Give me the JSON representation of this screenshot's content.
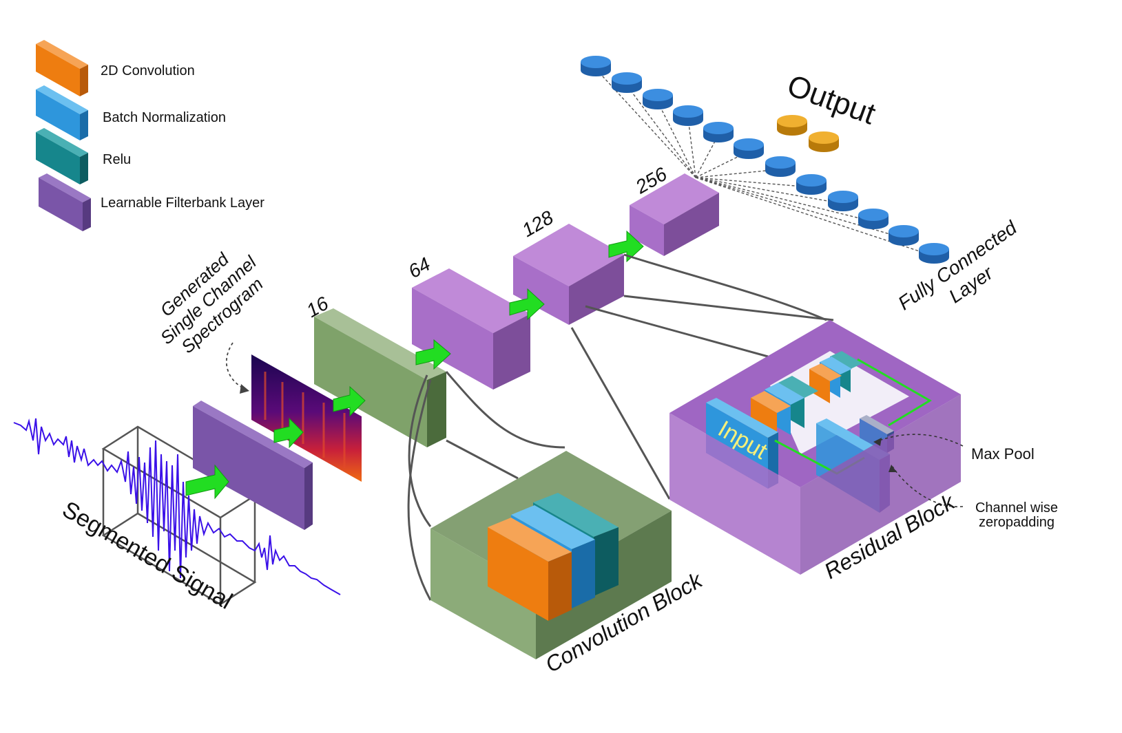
{
  "legend": {
    "items": [
      {
        "label": "2D Convolution",
        "color": "#ee7d10"
      },
      {
        "label": "Batch Normalization",
        "color": "#2e96dc"
      },
      {
        "label": "Relu",
        "color": "#16868c"
      },
      {
        "label": "Learnable Filterbank Layer",
        "color": "#7a55a8"
      }
    ]
  },
  "labels": {
    "segmented_signal": "Segmented Signal",
    "spectrogram_line1": "Generated",
    "spectrogram_line2": "Single Channel",
    "spectrogram_line3": "Spectrogram",
    "n16": "16",
    "n64": "64",
    "n128": "128",
    "n256": "256",
    "output": "Output",
    "fc_line1": "Fully Connected",
    "fc_line2": "Layer",
    "convolution_block": "Convolution Block",
    "residual_block": "Residual Block",
    "input": "Input",
    "max_pool": "Max Pool",
    "channel_line1": "Channel wise",
    "channel_line2": "zeropadding"
  },
  "colors": {
    "conv_orange": "#ee7d10",
    "bn_blue": "#2e96dc",
    "relu_teal": "#16868c",
    "filterbank_purple": "#7a55a8",
    "block_violet": "#a86fc8",
    "conv_block_green": "#7fa26a",
    "arrow_green": "#22dd22",
    "neuron_blue": "#2f7fd0",
    "output_orange": "#e8a317",
    "signal_blue": "#3a10e8"
  }
}
